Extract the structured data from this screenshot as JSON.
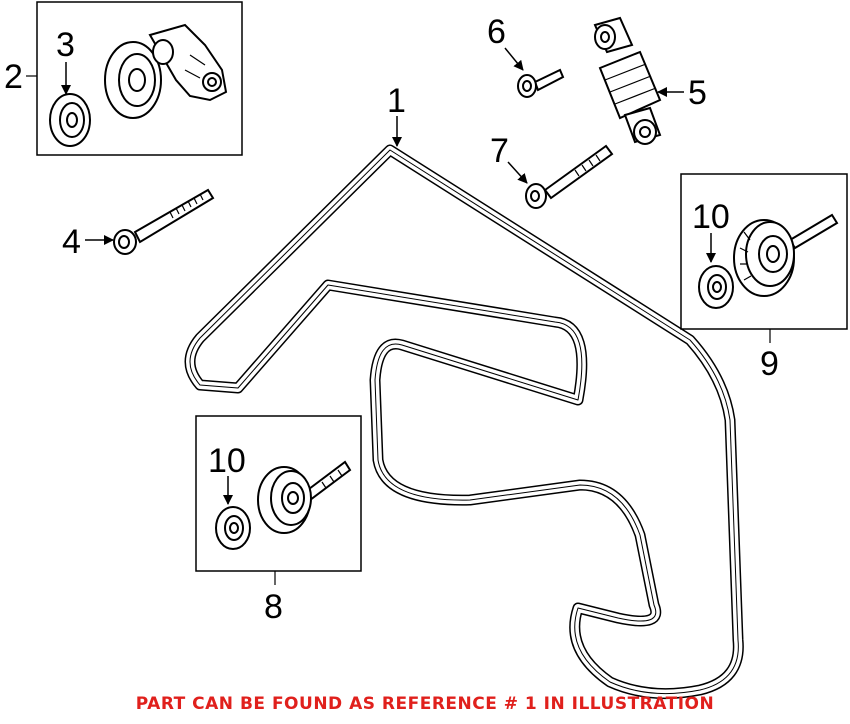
{
  "callouts": {
    "c1": "1",
    "c2": "2",
    "c3": "3",
    "c4": "4",
    "c5": "5",
    "c6": "6",
    "c7": "7",
    "c8": "8",
    "c9": "9",
    "c10a": "10",
    "c10b": "10"
  },
  "footer_note": "PART CAN BE FOUND AS REFERENCE # 1 IN ILLUSTRATION",
  "colors": {
    "line": "#000000",
    "note": "#e0201c",
    "background": "#ffffff"
  }
}
